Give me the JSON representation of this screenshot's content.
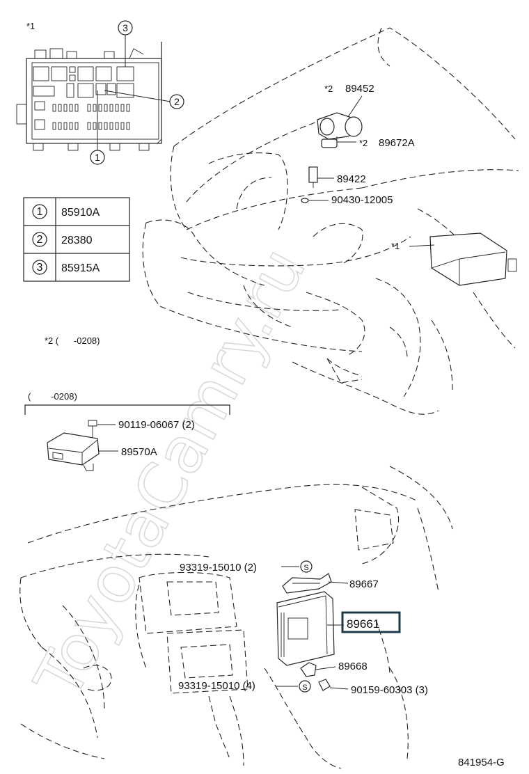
{
  "watermark": "ToyotaCamry.ru",
  "fuse_box": {
    "note_mark": "*1",
    "callouts": [
      "1",
      "2",
      "3"
    ]
  },
  "legend_table": {
    "rows": [
      {
        "num": "1",
        "part": "85910A"
      },
      {
        "num": "2",
        "part": "28380"
      },
      {
        "num": "3",
        "part": "85915A"
      }
    ]
  },
  "footnote": "*2 (      -0208)",
  "bracket_note": "(        -0208)",
  "engine_labels": {
    "l89452_mark": "*2",
    "l89452": "89452",
    "l89672a_mark": "*2",
    "l89672a": "89672A",
    "l89422": "89422",
    "l90430": "90430-12005",
    "mark_star1": "*1"
  },
  "module_labels": {
    "l90119": "90119-06067 (2)",
    "l89570a": "89570A"
  },
  "dash_labels": {
    "l93319_top": "93319-15010 (2)",
    "l89667": "89667",
    "l89661": "89661",
    "l89668": "89668",
    "l93319_bottom": "93319-15010 (4)",
    "l90159": "90159-60303 (3)",
    "bolt_mark": "S"
  },
  "figure_code": "841954-G",
  "colors": {
    "highlight_box": "#1d3a4a",
    "ink": "#222222",
    "watermark": "#d9d9d9"
  }
}
